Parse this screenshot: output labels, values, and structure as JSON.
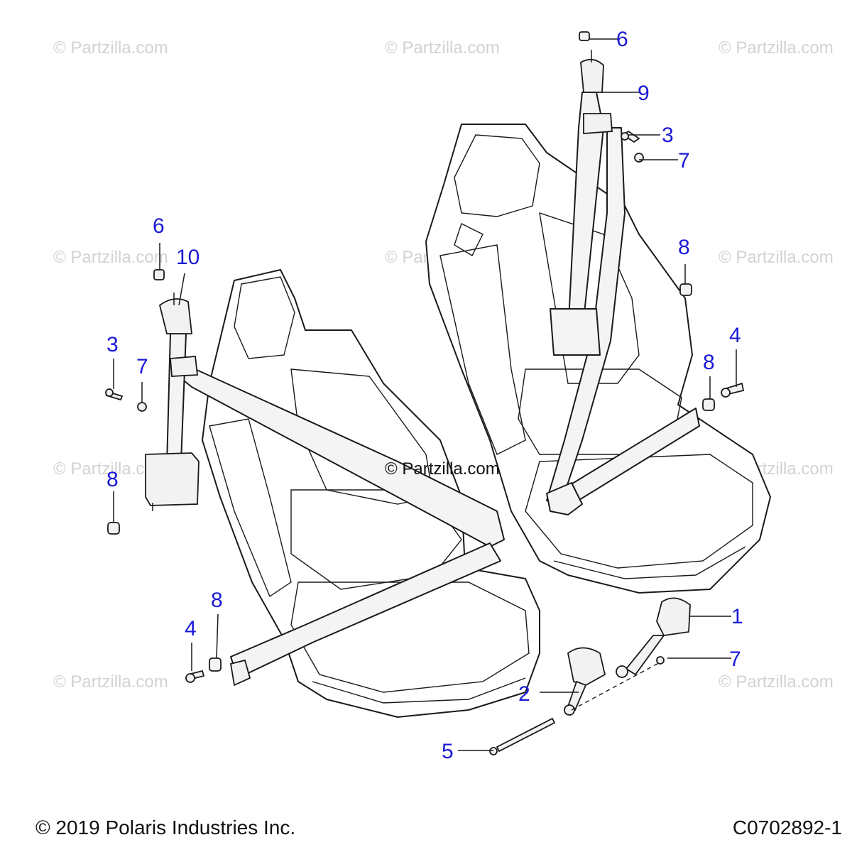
{
  "watermark": "© Partzilla.com",
  "center_watermark": "© Partzilla.com",
  "callouts": {
    "c1": "1",
    "c2": "2",
    "c3a": "3",
    "c3b": "3",
    "c4a": "4",
    "c4b": "4",
    "c5": "5",
    "c6a": "6",
    "c6b": "6",
    "c7a": "7",
    "c7b": "7",
    "c7c": "7",
    "c8a": "8",
    "c8b": "8",
    "c8c": "8",
    "c8d": "8",
    "c9": "9",
    "c10": "10"
  },
  "footer": {
    "copyright": "© 2019 Polaris Industries Inc.",
    "code": "C0702892-1"
  },
  "colors": {
    "callout": "#1a1ad6",
    "watermark": "#d2d2d2",
    "line": "#1a1a1a"
  }
}
